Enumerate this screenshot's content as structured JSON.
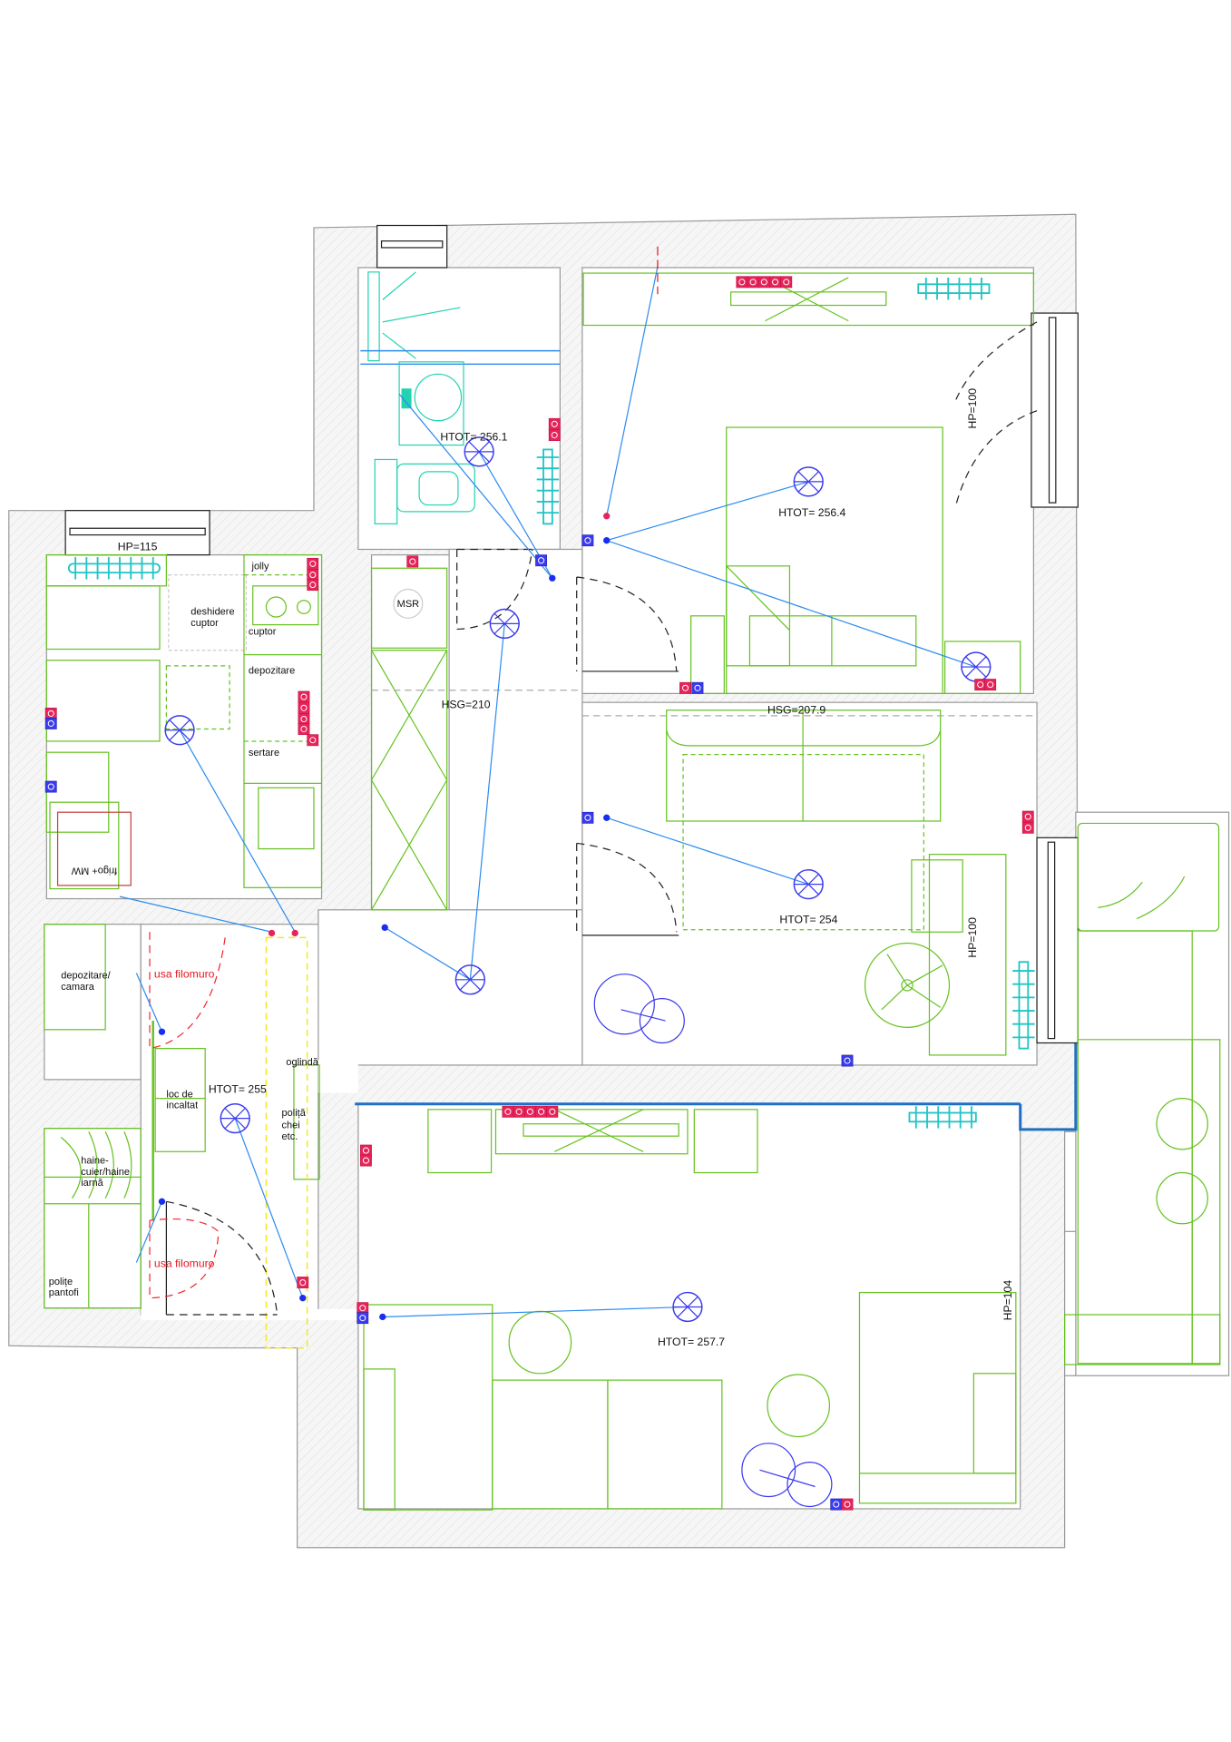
{
  "plan": {
    "windows": {
      "kitchen_window_height": "HP=115",
      "bedroom_window_height": "HP=100",
      "living_window_height": "HP=100",
      "lower_living_window_height": "HP=104"
    },
    "ceiling_heights": {
      "bathroom": "HTOT= 256.1",
      "bedroom": "HTOT= 256.4",
      "living": "HTOT= 254",
      "hallway": "HTOT= 255",
      "lower_living": "HTOT= 257.7"
    },
    "false_ceiling": {
      "corridor": "HSG=210",
      "living": "HSG=207.9"
    },
    "kitchen": {
      "jolly": "jolly",
      "oven_opening_line1": "deshidere",
      "oven_opening_line2": "cuptor",
      "oven": "cuptor",
      "storage": "depozitare",
      "drawers": "sertare",
      "fridge_mw": "frigo+ MW"
    },
    "corridor": {
      "meter": "MSR"
    },
    "hallway": {
      "storage_line1": "depozitare/",
      "storage_line2": "camara",
      "door_storage": "usa filomuro",
      "door_wardrobe": "usa filomuro",
      "shoes_line1": "loc de",
      "shoes_line2": "incaltat",
      "mirror": "oglindă",
      "shelf_line1": "poliță",
      "shelf_line2": "chei",
      "shelf_line3": "etc.",
      "clothes_line1": "haine-",
      "clothes_line2": "cuier/haine",
      "clothes_line3": "iarnă",
      "shoe_shelves_line1": "polițe",
      "shoe_shelves_line2": "pantofi"
    },
    "colors": {
      "furniture": "#66c221",
      "lighting": "#3a3af0",
      "wiring": "#2e8cf0",
      "outlet": "#e6245a",
      "data_outlet": "#3a3af0",
      "sanitary": "#22d3b0",
      "hidden_door": "#f0282e"
    }
  }
}
